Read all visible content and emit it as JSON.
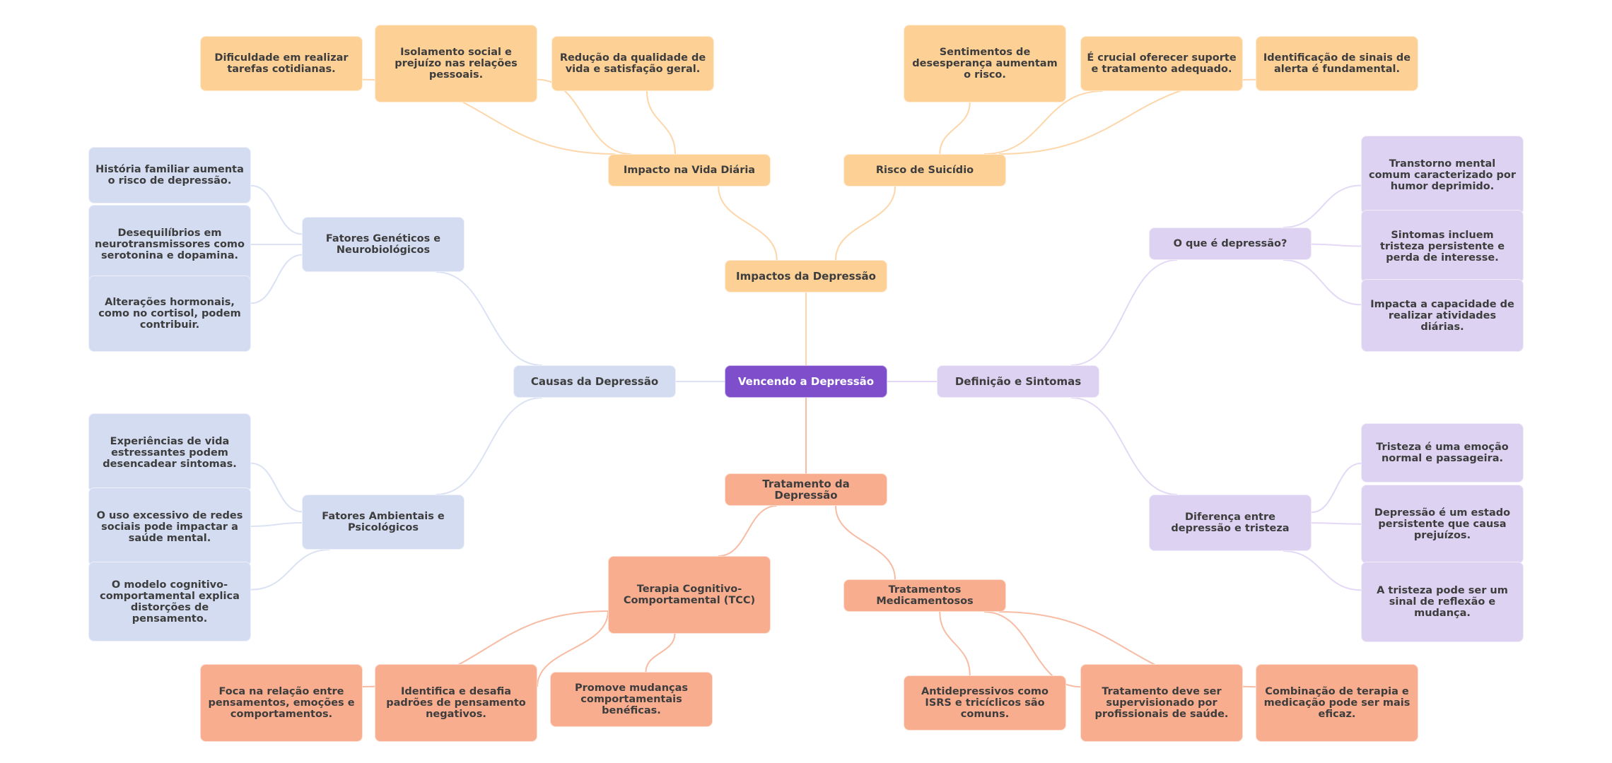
{
  "title": "Vencendo a Depressão",
  "colors": {
    "root": "#7f4fcb",
    "impacts": "#fdd096",
    "treatment": "#f9ad8f",
    "causes": "#d4dcf1",
    "definition": "#ddd2f1",
    "text": "#3d3d3d",
    "root_text": "#ffffff",
    "edge_impacts": "#fdd6a9",
    "edge_treatment": "#f8bba3",
    "edge_causes": "#dbe2f4",
    "edge_definition": "#e3d9f6"
  },
  "nodes": {
    "root": {
      "label": "Vencendo a Depressão",
      "theme": "root"
    },
    "impactos": {
      "label": "Impactos da Depressão",
      "theme": "impacts",
      "parent": "root"
    },
    "vida": {
      "label": "Impacto na Vida Diária",
      "theme": "impacts",
      "parent": "impactos"
    },
    "risco": {
      "label": "Risco de Suicídio",
      "theme": "impacts",
      "parent": "impactos"
    },
    "dificuldade": {
      "label": "Dificuldade em realizar tarefas cotidianas.",
      "theme": "impacts",
      "parent": "vida"
    },
    "isolamento": {
      "label": "Isolamento social e prejuízo nas relações pessoais.",
      "theme": "impacts",
      "parent": "vida"
    },
    "reducao": {
      "label": "Redução da qualidade de vida e satisfação geral.",
      "theme": "impacts",
      "parent": "vida"
    },
    "sentimentos": {
      "label": "Sentimentos de desesperança aumentam o risco.",
      "theme": "impacts",
      "parent": "risco"
    },
    "crucial": {
      "label": "É crucial oferecer suporte e tratamento adequado.",
      "theme": "impacts",
      "parent": "risco"
    },
    "identificacao": {
      "label": "Identificação de sinais de alerta é fundamental.",
      "theme": "impacts",
      "parent": "risco"
    },
    "causas": {
      "label": "Causas da Depressão",
      "theme": "causes",
      "parent": "root"
    },
    "geneticos": {
      "label": "Fatores Genéticos e Neurobiológicos",
      "theme": "causes",
      "parent": "causas"
    },
    "ambientais": {
      "label": "Fatores Ambientais e Psicológicos",
      "theme": "causes",
      "parent": "causas"
    },
    "historia": {
      "label": "História familiar aumenta o risco de depressão.",
      "theme": "causes",
      "parent": "geneticos"
    },
    "desequilibrios": {
      "label": "Desequilíbrios em neurotransmissores como serotonina e dopamina.",
      "theme": "causes",
      "parent": "geneticos"
    },
    "alteracoes": {
      "label": "Alterações hormonais, como no cortisol, podem contribuir.",
      "theme": "causes",
      "parent": "geneticos"
    },
    "experiencias": {
      "label": "Experiências de vida estressantes podem desencadear sintomas.",
      "theme": "causes",
      "parent": "ambientais"
    },
    "redes": {
      "label": "O uso excessivo de redes sociais pode impactar a saúde mental.",
      "theme": "causes",
      "parent": "ambientais"
    },
    "modelo": {
      "label": "O modelo cognitivo-comportamental explica distorções de pensamento.",
      "theme": "causes",
      "parent": "ambientais"
    },
    "definicao": {
      "label": "Definição e Sintomas",
      "theme": "definition",
      "parent": "root"
    },
    "oque": {
      "label": "O que é depressão?",
      "theme": "definition",
      "parent": "definicao"
    },
    "diferenca": {
      "label": "Diferença entre depressão e tristeza",
      "theme": "definition",
      "parent": "definicao"
    },
    "transtorno": {
      "label": "Transtorno mental comum caracterizado por humor deprimido.",
      "theme": "definition",
      "parent": "oque"
    },
    "sintomas": {
      "label": "Sintomas incluem tristeza persistente e perda de interesse.",
      "theme": "definition",
      "parent": "oque"
    },
    "impacta": {
      "label": "Impacta a capacidade de realizar atividades diárias.",
      "theme": "definition",
      "parent": "oque"
    },
    "tristeza": {
      "label": "Tristeza é uma emoção normal e passageira.",
      "theme": "definition",
      "parent": "diferenca"
    },
    "estado": {
      "label": "Depressão é um estado persistente que causa prejuízos.",
      "theme": "definition",
      "parent": "diferenca"
    },
    "sinal": {
      "label": "A tristeza pode ser um sinal de reflexão e mudança.",
      "theme": "definition",
      "parent": "diferenca"
    },
    "tratamento": {
      "label": "Tratamento da Depressão",
      "theme": "treatment",
      "parent": "root"
    },
    "tcc": {
      "label": "Terapia Cognitivo-Comportamental (TCC)",
      "theme": "treatment",
      "parent": "tratamento"
    },
    "medicamentosos": {
      "label": "Tratamentos Medicamentosos",
      "theme": "treatment",
      "parent": "tratamento"
    },
    "foca": {
      "label": "Foca na relação entre pensamentos, emoções e comportamentos.",
      "theme": "treatment",
      "parent": "tcc"
    },
    "identifica": {
      "label": "Identifica e desafia padrões de pensamento negativos.",
      "theme": "treatment",
      "parent": "tcc"
    },
    "promove": {
      "label": "Promove mudanças comportamentais benéficas.",
      "theme": "treatment",
      "parent": "tcc"
    },
    "antidepressivos": {
      "label": "Antidepressivos como ISRS e tricíclicos são comuns.",
      "theme": "treatment",
      "parent": "medicamentosos"
    },
    "supervisionado": {
      "label": "Tratamento deve ser supervisionado por profissionais de saúde.",
      "theme": "treatment",
      "parent": "medicamentosos"
    },
    "combinacao": {
      "label": "Combinação de terapia e medicação pode ser mais eficaz.",
      "theme": "treatment",
      "parent": "medicamentosos"
    }
  }
}
